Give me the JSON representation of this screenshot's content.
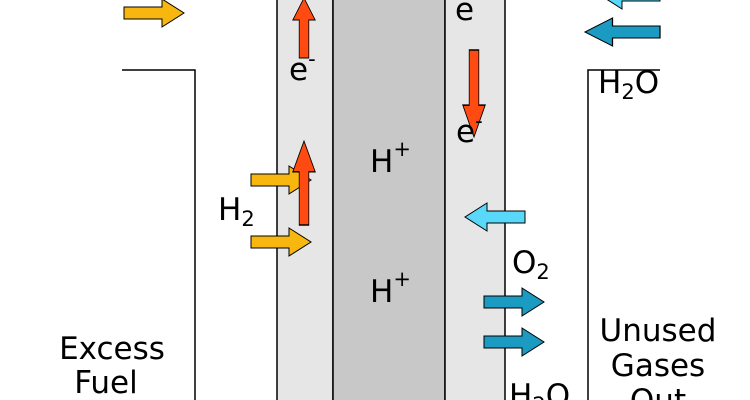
{
  "labels": {
    "electron": "e",
    "electron_charge": "-",
    "proton": "H",
    "proton_charge": "+",
    "hydrogen": "H",
    "hydrogen_sub": "2",
    "oxygen": "O",
    "oxygen_sub": "2",
    "water_h": "H",
    "water_sub": "2",
    "water_o": "O",
    "excess_fuel_line1": "Excess",
    "excess_fuel_line2": "Fuel",
    "unused_line1": "Unused",
    "unused_line2": "Gases",
    "unused_line3": "Out"
  },
  "colors": {
    "fuel_arrow": "#f8b70e",
    "electron_arrow": "#ff4a12",
    "oxygen_arrow": "#5ad8fa",
    "water_arrow": "#1b9ac2",
    "electrode": "#e6e6e6",
    "electrolyte": "#c8c8c8"
  }
}
